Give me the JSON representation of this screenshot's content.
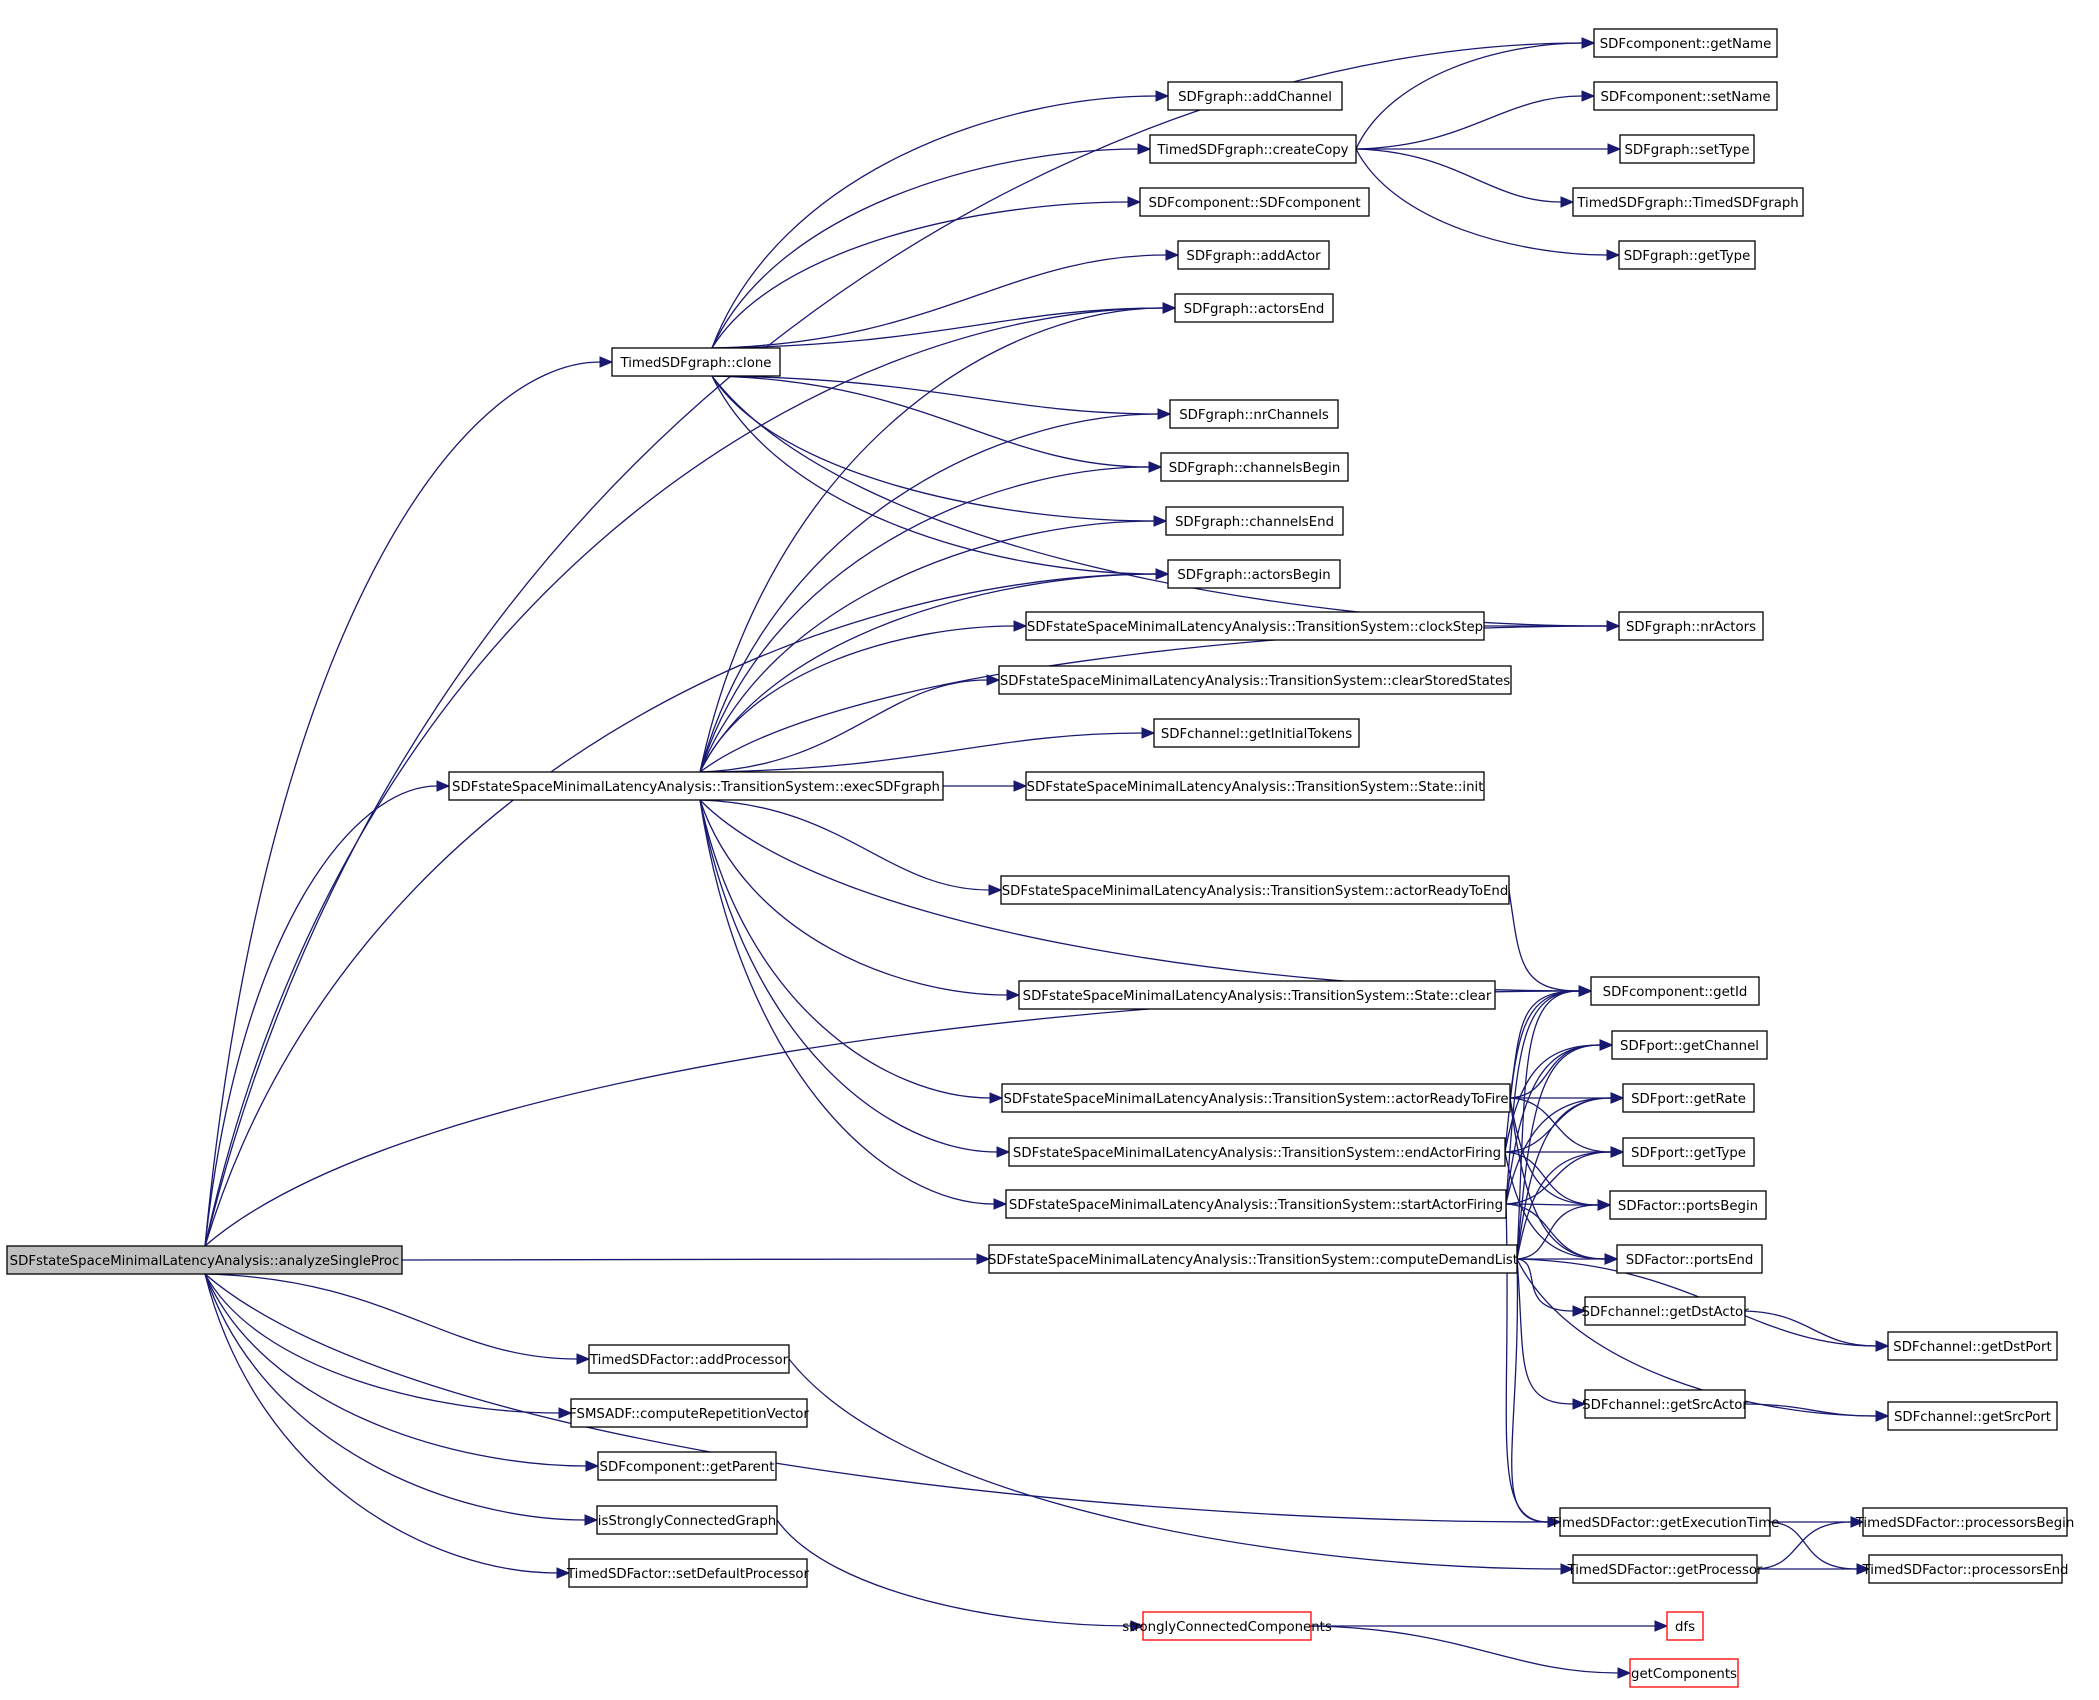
{
  "title": "SDFstateSpaceMinimalLatencyAnalysis::analyzeSingleProc call graph",
  "colors": {
    "edge": "#191970",
    "root_fill": "#bfbfbf",
    "node_border": "#000000",
    "undocumented_border": "#ff0000",
    "background": "#ffffff"
  },
  "nodes": [
    {
      "id": "root",
      "label": "SDFstateSpaceMinimalLatencyAnalysis::analyzeSingleProc",
      "kind": "root"
    },
    {
      "id": "getName",
      "label": "SDFcomponent::getName"
    },
    {
      "id": "addChannel",
      "label": "SDFgraph::addChannel"
    },
    {
      "id": "setName",
      "label": "SDFcomponent::setName"
    },
    {
      "id": "createCopy",
      "label": "TimedSDFgraph::createCopy"
    },
    {
      "id": "setType",
      "label": "SDFgraph::setType"
    },
    {
      "id": "sdfcomponent",
      "label": "SDFcomponent::SDFcomponent"
    },
    {
      "id": "timedsdfgraph",
      "label": "TimedSDFgraph::TimedSDFgraph"
    },
    {
      "id": "addActor",
      "label": "SDFgraph::addActor"
    },
    {
      "id": "getType",
      "label": "SDFgraph::getType"
    },
    {
      "id": "actorsEnd",
      "label": "SDFgraph::actorsEnd"
    },
    {
      "id": "clone",
      "label": "TimedSDFgraph::clone"
    },
    {
      "id": "nrChannels",
      "label": "SDFgraph::nrChannels"
    },
    {
      "id": "channelsBegin",
      "label": "SDFgraph::channelsBegin"
    },
    {
      "id": "channelsEnd",
      "label": "SDFgraph::channelsEnd"
    },
    {
      "id": "actorsBegin",
      "label": "SDFgraph::actorsBegin"
    },
    {
      "id": "clockStep",
      "label": "SDFstateSpaceMinimalLatencyAnalysis::TransitionSystem::clockStep"
    },
    {
      "id": "nrActors",
      "label": "SDFgraph::nrActors"
    },
    {
      "id": "clearStoredStates",
      "label": "SDFstateSpaceMinimalLatencyAnalysis::TransitionSystem::clearStoredStates"
    },
    {
      "id": "getInitialTokens",
      "label": "SDFchannel::getInitialTokens"
    },
    {
      "id": "execSDFgraph",
      "label": "SDFstateSpaceMinimalLatencyAnalysis::TransitionSystem::execSDFgraph"
    },
    {
      "id": "stateInit",
      "label": "SDFstateSpaceMinimalLatencyAnalysis::TransitionSystem::State::init"
    },
    {
      "id": "actorReadyToEnd",
      "label": "SDFstateSpaceMinimalLatencyAnalysis::TransitionSystem::actorReadyToEnd"
    },
    {
      "id": "getId",
      "label": "SDFcomponent::getId"
    },
    {
      "id": "stateClear",
      "label": "SDFstateSpaceMinimalLatencyAnalysis::TransitionSystem::State::clear"
    },
    {
      "id": "getChannel",
      "label": "SDFport::getChannel"
    },
    {
      "id": "actorReadyToFire",
      "label": "SDFstateSpaceMinimalLatencyAnalysis::TransitionSystem::actorReadyToFire"
    },
    {
      "id": "getRate",
      "label": "SDFport::getRate"
    },
    {
      "id": "endActorFiring",
      "label": "SDFstateSpaceMinimalLatencyAnalysis::TransitionSystem::endActorFiring"
    },
    {
      "id": "portGetType",
      "label": "SDFport::getType"
    },
    {
      "id": "startActorFiring",
      "label": "SDFstateSpaceMinimalLatencyAnalysis::TransitionSystem::startActorFiring"
    },
    {
      "id": "portsBegin",
      "label": "SDFactor::portsBegin"
    },
    {
      "id": "computeDemandList",
      "label": "SDFstateSpaceMinimalLatencyAnalysis::TransitionSystem::computeDemandList"
    },
    {
      "id": "portsEnd",
      "label": "SDFactor::portsEnd"
    },
    {
      "id": "getDstActor",
      "label": "SDFchannel::getDstActor"
    },
    {
      "id": "getDstPort",
      "label": "SDFchannel::getDstPort"
    },
    {
      "id": "addProcessor",
      "label": "TimedSDFactor::addProcessor"
    },
    {
      "id": "computeRepetitionVector",
      "label": "FSMSADF::computeRepetitionVector"
    },
    {
      "id": "getSrcActor",
      "label": "SDFchannel::getSrcActor"
    },
    {
      "id": "getSrcPort",
      "label": "SDFchannel::getSrcPort"
    },
    {
      "id": "getParent",
      "label": "SDFcomponent::getParent"
    },
    {
      "id": "getExecutionTime",
      "label": "TimedSDFactor::getExecutionTime"
    },
    {
      "id": "processorsBegin",
      "label": "TimedSDFactor::processorsBegin"
    },
    {
      "id": "isStronglyConnectedGraph",
      "label": "isStronglyConnectedGraph"
    },
    {
      "id": "getProcessor",
      "label": "TimedSDFactor::getProcessor"
    },
    {
      "id": "processorsEnd",
      "label": "TimedSDFactor::processorsEnd"
    },
    {
      "id": "setDefaultProcessor",
      "label": "TimedSDFactor::setDefaultProcessor"
    },
    {
      "id": "scc",
      "label": "stronglyConnectedComponents",
      "kind": "undocumented"
    },
    {
      "id": "dfs",
      "label": "dfs",
      "kind": "undocumented"
    },
    {
      "id": "getComponents",
      "label": "getComponents",
      "kind": "undocumented"
    }
  ],
  "edges": [
    [
      "root",
      "getName"
    ],
    [
      "root",
      "actorsEnd"
    ],
    [
      "root",
      "clone"
    ],
    [
      "root",
      "actorsBegin"
    ],
    [
      "root",
      "execSDFgraph"
    ],
    [
      "root",
      "getId"
    ],
    [
      "root",
      "computeDemandList"
    ],
    [
      "root",
      "getExecutionTime"
    ],
    [
      "root",
      "addProcessor"
    ],
    [
      "root",
      "computeRepetitionVector"
    ],
    [
      "root",
      "getParent"
    ],
    [
      "root",
      "isStronglyConnectedGraph"
    ],
    [
      "root",
      "setDefaultProcessor"
    ],
    [
      "clone",
      "addChannel"
    ],
    [
      "clone",
      "createCopy"
    ],
    [
      "clone",
      "sdfcomponent"
    ],
    [
      "clone",
      "addActor"
    ],
    [
      "clone",
      "actorsEnd"
    ],
    [
      "clone",
      "nrActors"
    ],
    [
      "clone",
      "nrChannels"
    ],
    [
      "clone",
      "channelsBegin"
    ],
    [
      "clone",
      "channelsEnd"
    ],
    [
      "clone",
      "actorsBegin"
    ],
    [
      "createCopy",
      "getName"
    ],
    [
      "createCopy",
      "setName"
    ],
    [
      "createCopy",
      "setType"
    ],
    [
      "createCopy",
      "timedsdfgraph"
    ],
    [
      "createCopy",
      "getType"
    ],
    [
      "execSDFgraph",
      "actorsEnd"
    ],
    [
      "execSDFgraph",
      "nrChannels"
    ],
    [
      "execSDFgraph",
      "channelsBegin"
    ],
    [
      "execSDFgraph",
      "channelsEnd"
    ],
    [
      "execSDFgraph",
      "actorsBegin"
    ],
    [
      "execSDFgraph",
      "clockStep"
    ],
    [
      "execSDFgraph",
      "clearStoredStates"
    ],
    [
      "execSDFgraph",
      "getInitialTokens"
    ],
    [
      "execSDFgraph",
      "stateInit"
    ],
    [
      "execSDFgraph",
      "nrActors"
    ],
    [
      "execSDFgraph",
      "actorReadyToEnd"
    ],
    [
      "execSDFgraph",
      "getId"
    ],
    [
      "execSDFgraph",
      "stateClear"
    ],
    [
      "execSDFgraph",
      "actorReadyToFire"
    ],
    [
      "execSDFgraph",
      "endActorFiring"
    ],
    [
      "execSDFgraph",
      "startActorFiring"
    ],
    [
      "clockStep",
      "nrActors"
    ],
    [
      "actorReadyToEnd",
      "getId"
    ],
    [
      "actorReadyToFire",
      "getId"
    ],
    [
      "actorReadyToFire",
      "getChannel"
    ],
    [
      "actorReadyToFire",
      "getRate"
    ],
    [
      "actorReadyToFire",
      "portGetType"
    ],
    [
      "actorReadyToFire",
      "portsBegin"
    ],
    [
      "actorReadyToFire",
      "portsEnd"
    ],
    [
      "endActorFiring",
      "getId"
    ],
    [
      "endActorFiring",
      "getChannel"
    ],
    [
      "endActorFiring",
      "getRate"
    ],
    [
      "endActorFiring",
      "portGetType"
    ],
    [
      "endActorFiring",
      "portsBegin"
    ],
    [
      "endActorFiring",
      "portsEnd"
    ],
    [
      "startActorFiring",
      "getId"
    ],
    [
      "startActorFiring",
      "getChannel"
    ],
    [
      "startActorFiring",
      "getRate"
    ],
    [
      "startActorFiring",
      "portGetType"
    ],
    [
      "startActorFiring",
      "portsBegin"
    ],
    [
      "startActorFiring",
      "portsEnd"
    ],
    [
      "startActorFiring",
      "getExecutionTime"
    ],
    [
      "computeDemandList",
      "getId"
    ],
    [
      "computeDemandList",
      "getChannel"
    ],
    [
      "computeDemandList",
      "getRate"
    ],
    [
      "computeDemandList",
      "portGetType"
    ],
    [
      "computeDemandList",
      "portsBegin"
    ],
    [
      "computeDemandList",
      "portsEnd"
    ],
    [
      "computeDemandList",
      "getDstActor"
    ],
    [
      "computeDemandList",
      "getDstPort"
    ],
    [
      "computeDemandList",
      "getSrcActor"
    ],
    [
      "computeDemandList",
      "getSrcPort"
    ],
    [
      "computeDemandList",
      "getExecutionTime"
    ],
    [
      "getDstActor",
      "getDstPort"
    ],
    [
      "getSrcActor",
      "getSrcPort"
    ],
    [
      "getExecutionTime",
      "processorsBegin"
    ],
    [
      "getExecutionTime",
      "processorsEnd"
    ],
    [
      "getProcessor",
      "processorsBegin"
    ],
    [
      "getProcessor",
      "processorsEnd"
    ],
    [
      "addProcessor",
      "getProcessor"
    ],
    [
      "isStronglyConnectedGraph",
      "scc"
    ],
    [
      "scc",
      "dfs"
    ],
    [
      "scc",
      "getComponents"
    ]
  ]
}
